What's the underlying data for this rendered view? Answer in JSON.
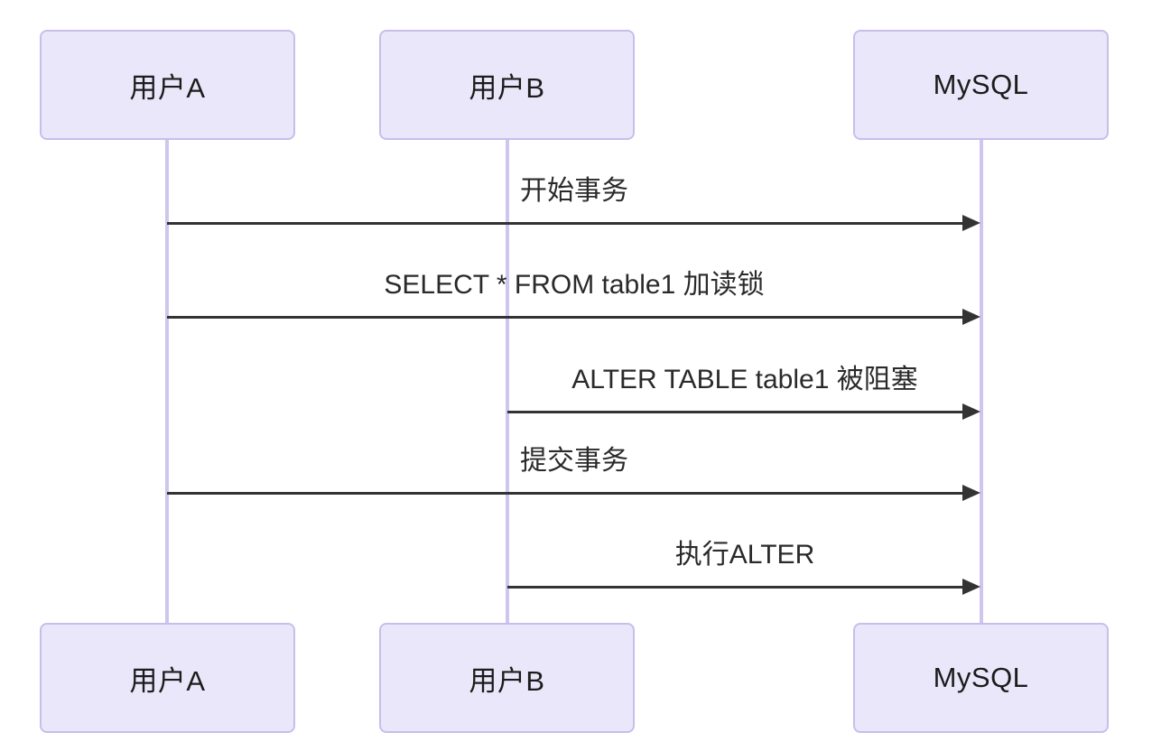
{
  "diagram": {
    "type": "sequence",
    "actors": [
      {
        "id": "userA",
        "label": "用户A"
      },
      {
        "id": "userB",
        "label": "用户B"
      },
      {
        "id": "mysql",
        "label": "MySQL"
      }
    ],
    "messages": [
      {
        "from": "用户A",
        "to": "MySQL",
        "label": "开始事务"
      },
      {
        "from": "用户A",
        "to": "MySQL",
        "label": "SELECT * FROM table1 加读锁"
      },
      {
        "from": "用户B",
        "to": "MySQL",
        "label": "ALTER TABLE table1 被阻塞"
      },
      {
        "from": "用户A",
        "to": "MySQL",
        "label": "提交事务"
      },
      {
        "from": "用户B",
        "to": "MySQL",
        "label": "执行ALTER"
      }
    ],
    "colors": {
      "background": "#FFFFFF",
      "actor_fill": "#EBE7FA",
      "actor_border": "#C9BDEC",
      "lifeline": "#CFC5EE",
      "arrow": "#333333",
      "text": "#1C1C1C"
    }
  }
}
